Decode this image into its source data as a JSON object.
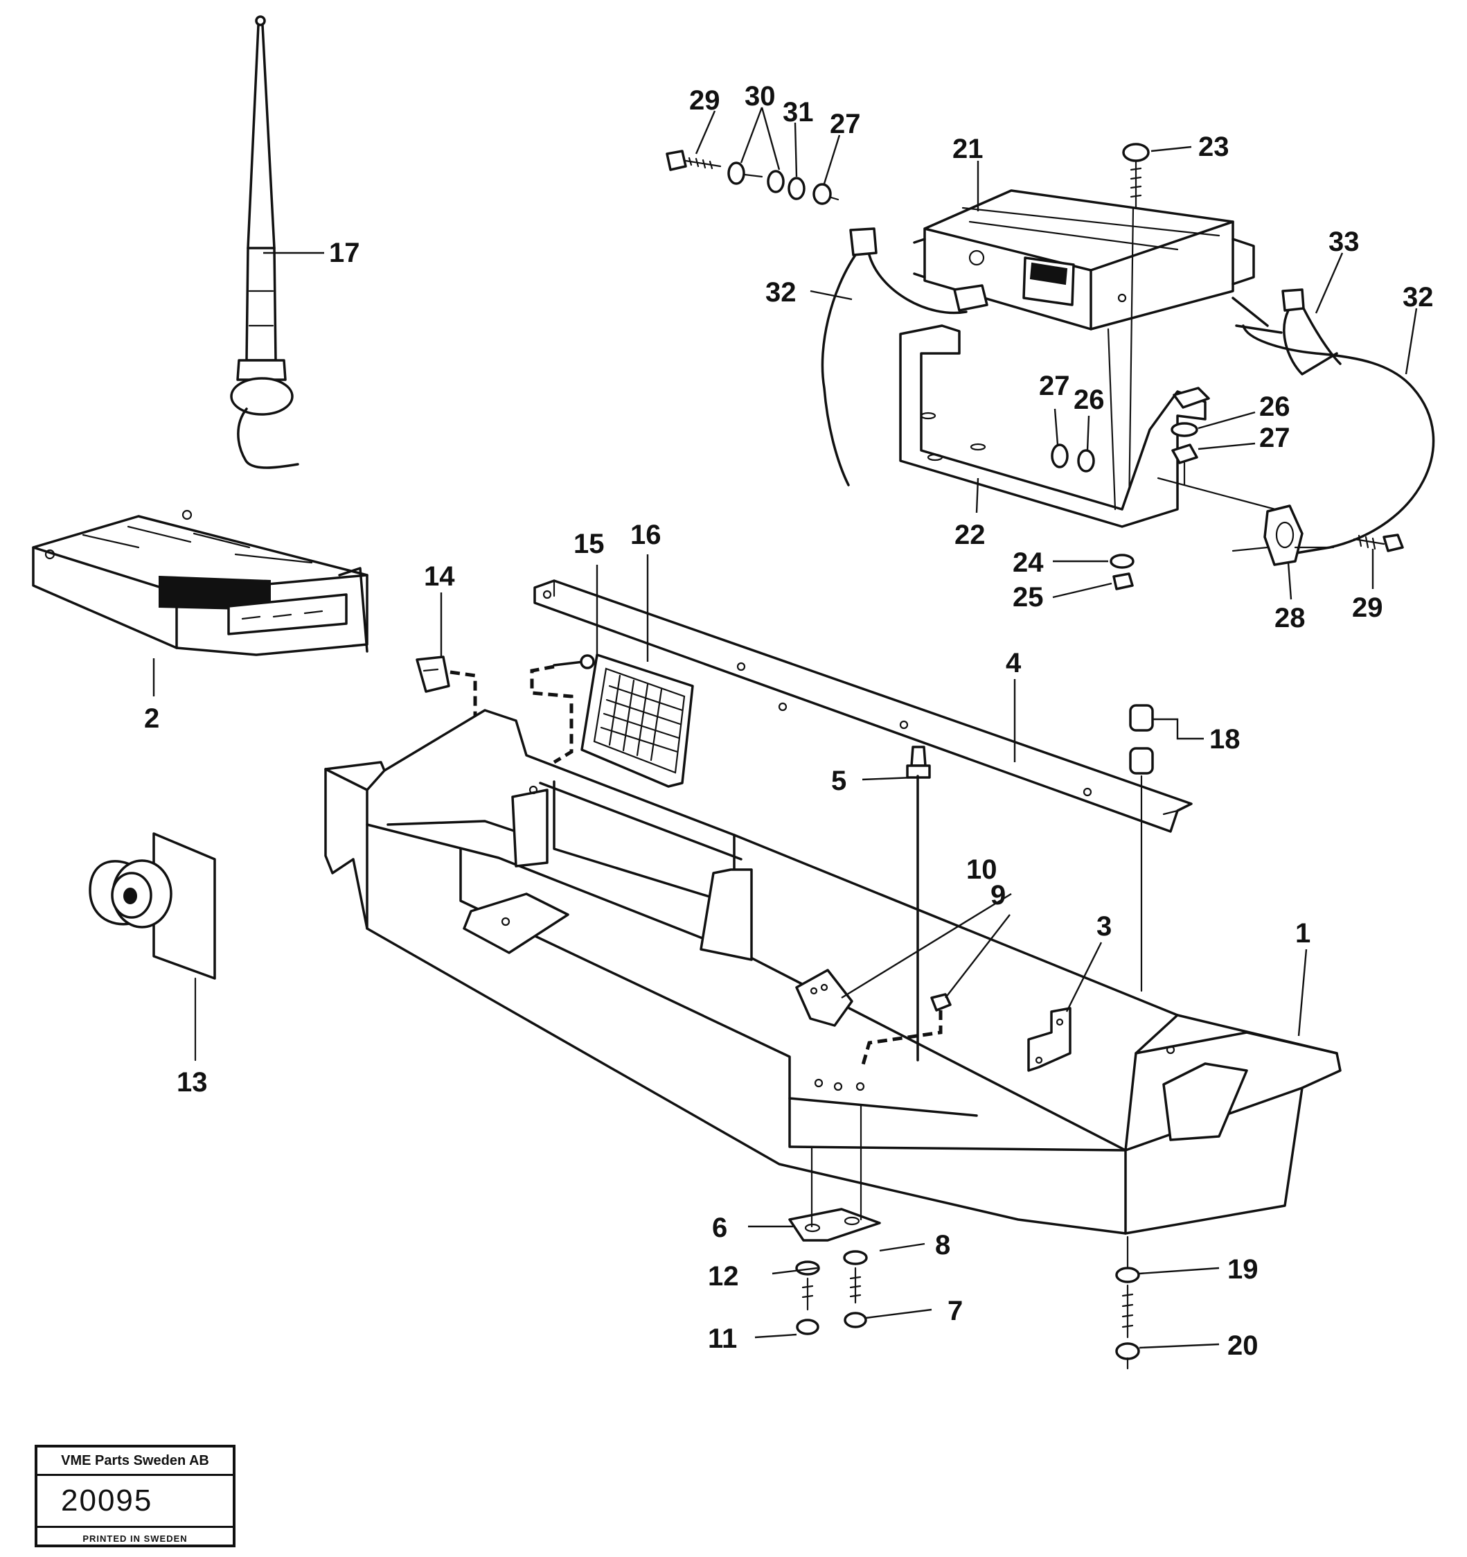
{
  "callouts": {
    "c1": "1",
    "c2": "2",
    "c3": "3",
    "c4": "4",
    "c5": "5",
    "c6": "6",
    "c7": "7",
    "c8": "8",
    "c9": "9",
    "c10": "10",
    "c11": "11",
    "c12": "12",
    "c13": "13",
    "c14": "14",
    "c15": "15",
    "c16": "16",
    "c17": "17",
    "c18": "18",
    "c19": "19",
    "c20": "20",
    "c21": "21",
    "c22": "22",
    "c23": "23",
    "c24": "24",
    "c25": "25",
    "c26a": "26",
    "c26b": "26",
    "c27a": "27",
    "c27b": "27",
    "c27c": "27",
    "c28": "28",
    "c29a": "29",
    "c29b": "29",
    "c30": "30",
    "c31": "31",
    "c32a": "32",
    "c32b": "32",
    "c33": "33"
  },
  "stamp": {
    "company": "VME Parts Sweden AB",
    "number": "20095",
    "printed": "PRINTED IN SWEDEN"
  }
}
